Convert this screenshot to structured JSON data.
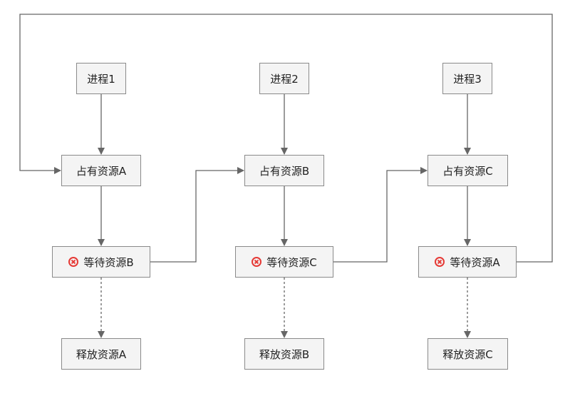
{
  "processes": [
    {
      "label": "进程1"
    },
    {
      "label": "进程2"
    },
    {
      "label": "进程3"
    }
  ],
  "holds": [
    {
      "label": "占有资源A"
    },
    {
      "label": "占有资源B"
    },
    {
      "label": "占有资源C"
    }
  ],
  "waits": [
    {
      "label": "等待资源B",
      "icon": "error-circle-icon"
    },
    {
      "label": "等待资源C",
      "icon": "error-circle-icon"
    },
    {
      "label": "等待资源A",
      "icon": "error-circle-icon"
    }
  ],
  "releases": [
    {
      "label": "释放资源A"
    },
    {
      "label": "释放资源B"
    },
    {
      "label": "释放资源C"
    }
  ],
  "colors": {
    "line": "#666666",
    "box_border": "#8a8a8a",
    "box_fill": "#f4f4f4",
    "error_icon": "#e53935"
  }
}
